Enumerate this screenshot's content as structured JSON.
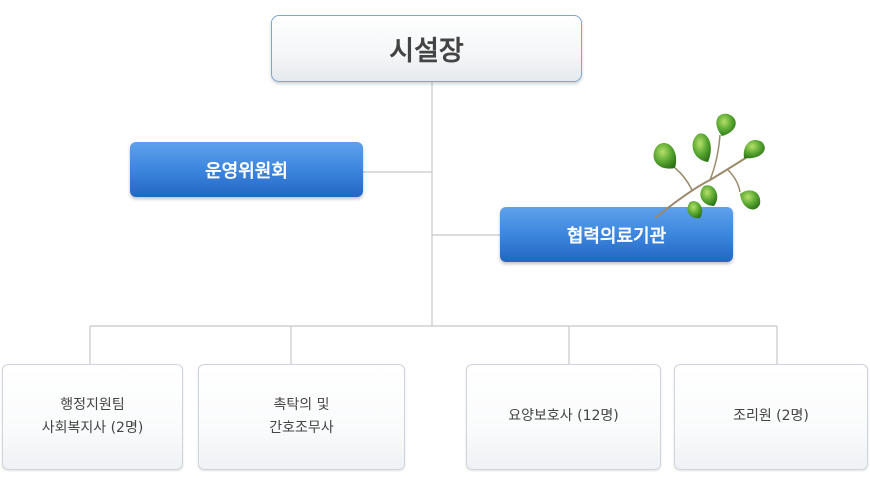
{
  "org": {
    "head": "시설장",
    "committee": "운영위원회",
    "partner_hospital": "협력의료기관",
    "staff": [
      {
        "line1": "행정지원팀",
        "line2": "사회복지사 (2명)"
      },
      {
        "line1": "촉탁의 및",
        "line2": "간호조무사"
      },
      {
        "line1": "요양보호사 (12명)",
        "line2": ""
      },
      {
        "line1": "조리원 (2명)",
        "line2": ""
      }
    ]
  },
  "colors": {
    "blue_box": "#3d86de",
    "connector": "#c8c8c8",
    "leaf": "#5aa832"
  }
}
